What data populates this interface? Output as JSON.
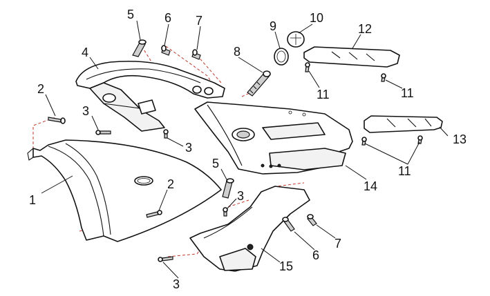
{
  "diagram": {
    "callouts": {
      "c1": "1",
      "c2a": "2",
      "c2b": "2",
      "c3a": "3",
      "c3b": "3",
      "c3c": "3",
      "c3d": "3",
      "c4": "4",
      "c5a": "5",
      "c5b": "5",
      "c6a": "6",
      "c6b": "6",
      "c7a": "7",
      "c7b": "7",
      "c8": "8",
      "c9": "9",
      "c10": "10",
      "c11a": "11",
      "c11b": "11",
      "c11c": "11",
      "c12": "12",
      "c13": "13",
      "c14": "14",
      "c15": "15"
    },
    "colors": {
      "line": "#111111",
      "assembly_path": "#c0392b",
      "background": "#ffffff"
    }
  }
}
